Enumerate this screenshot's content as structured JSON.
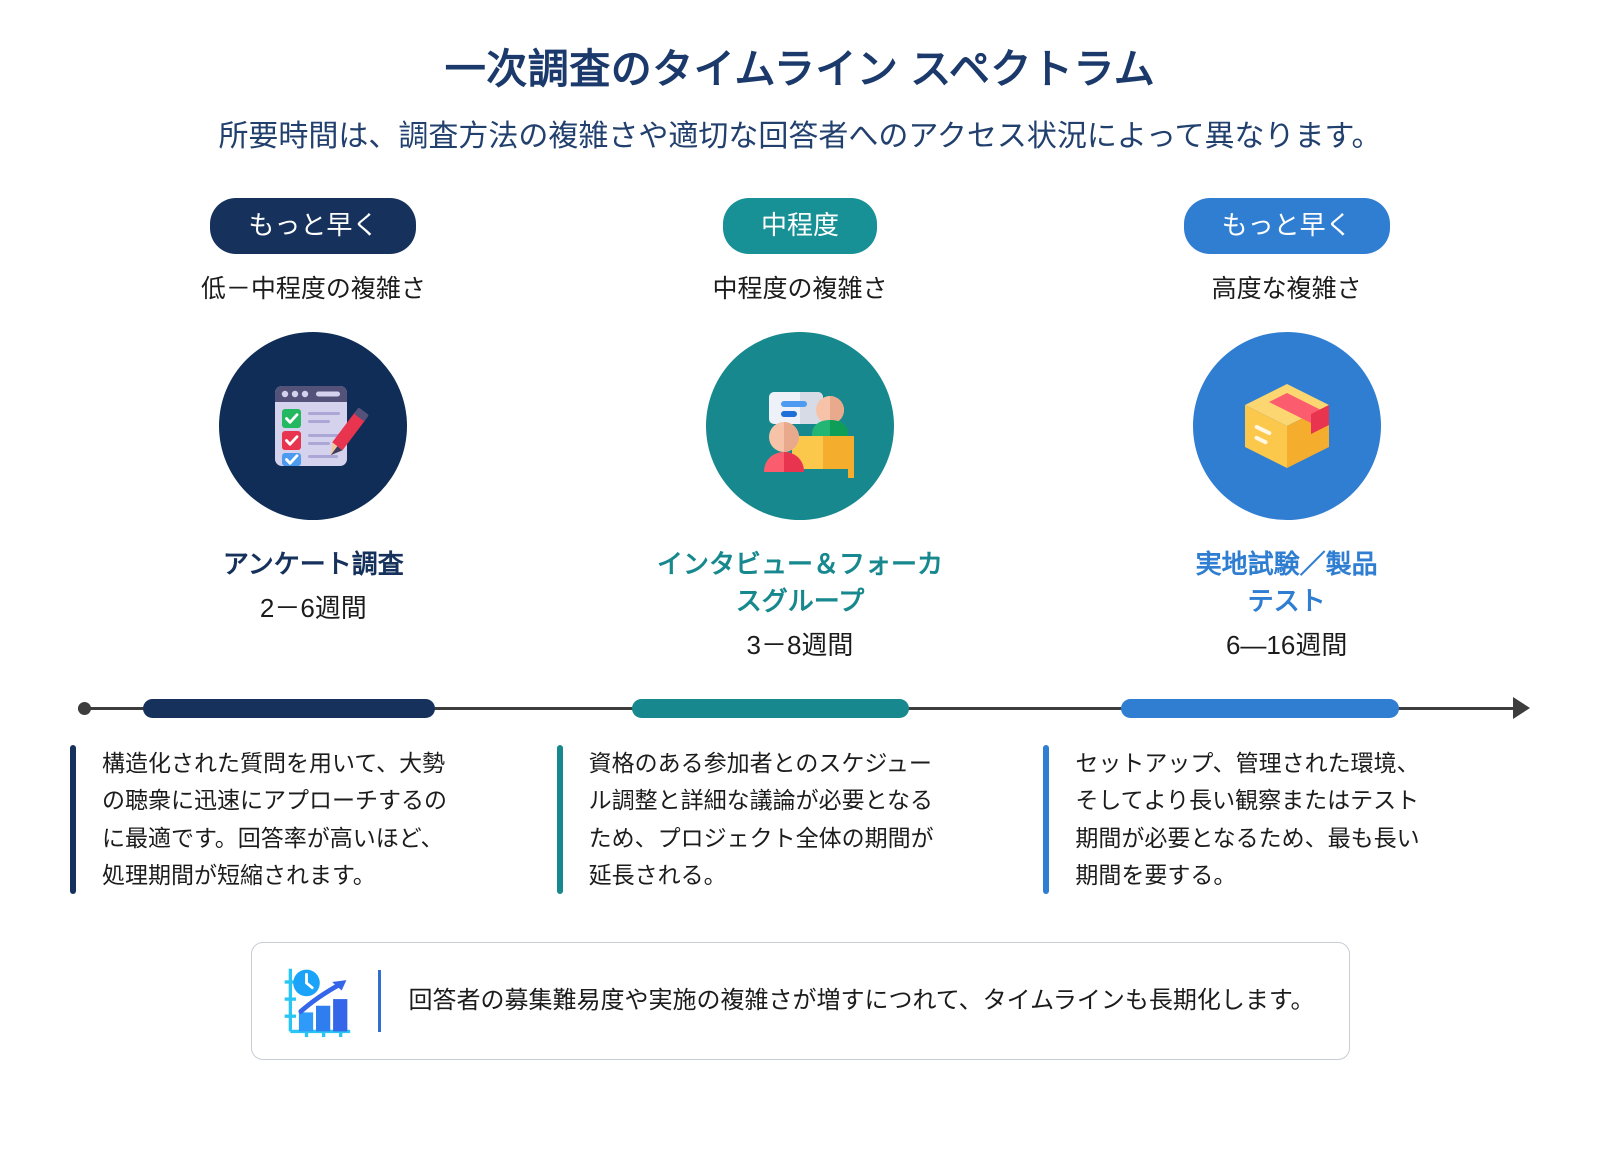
{
  "header": {
    "title": "一次調査のタイムライン スペクトラム",
    "subtitle": "所要時間は、調査方法の複雑さや適切な回答者へのアクセス状況によって異なります。"
  },
  "columns": [
    {
      "pill_label": "もっと早く",
      "pill_color": "#16325c",
      "complexity": "低－中程度の複雑さ",
      "circle_color": "#0f2d56",
      "icon": "survey-checklist-icon",
      "method": "アンケート調査",
      "method_color": "#16325c",
      "duration": "2－6週間",
      "description": "構造化された質問を用いて、大勢の聴衆に迅速にアプローチするのに最適です。回答率が高いほど、処理期間が短縮されます。",
      "bar_color": "#16325c"
    },
    {
      "pill_label": "中程度",
      "pill_color": "#179096",
      "complexity": "中程度の複雑さ",
      "circle_color": "#17898e",
      "icon": "interview-people-icon",
      "method": "インタビュー＆フォーカスグループ",
      "method_color": "#17898e",
      "duration": "3－8週間",
      "description": "資格のある参加者とのスケジュール調整と詳細な議論が必要となるため、プロジェクト全体の期間が延長される。",
      "bar_color": "#17898e"
    },
    {
      "pill_label": "もっと早く",
      "pill_color": "#2f7ed2",
      "complexity": "高度な複雑さ",
      "circle_color": "#2f7ed2",
      "icon": "product-box-icon",
      "method": "実地試験／製品テスト",
      "method_color": "#2f7ed2",
      "duration": "6—16週間",
      "description": "セットアップ、管理された環境、そしてより長い観察またはテスト期間が必要となるため、最も長い期間を要する。",
      "bar_color": "#2f7ed2"
    }
  ],
  "timeline": {
    "segments": [
      {
        "name": "survey-segment",
        "left_pct": 5.0,
        "width_pct": 20.0,
        "color": "#16325c"
      },
      {
        "name": "interview-segment",
        "left_pct": 38.5,
        "width_pct": 19.0,
        "color": "#17898e"
      },
      {
        "name": "fieldtest-segment",
        "left_pct": 72.0,
        "width_pct": 19.0,
        "color": "#2f7ed2"
      }
    ],
    "axis_color": "#3d3d3d"
  },
  "footer": {
    "icon": "growth-chart-clock-icon",
    "note": "回答者の募集難易度や実施の複雑さが増すにつれて、タイムラインも長期化します。",
    "divider_color": "#2f6fd0"
  }
}
